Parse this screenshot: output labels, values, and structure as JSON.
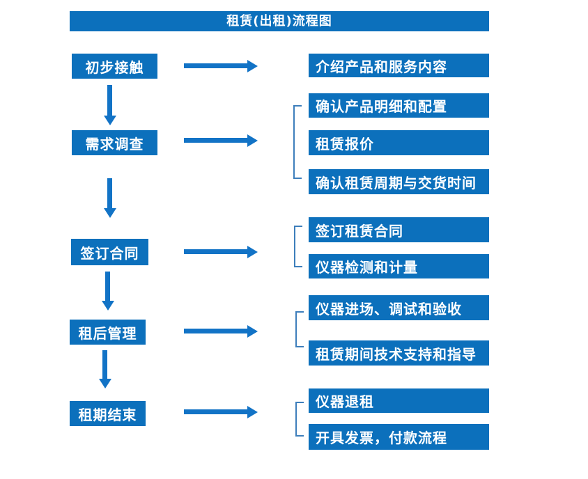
{
  "title": "租赁(出租)流程图",
  "colors": {
    "box-blue": "#0C70BC",
    "arrow-blue": "#1273C6",
    "bracket-blue": "#3D7EBB",
    "box-text": "#FFFFFF",
    "background": "#FFFFFF"
  },
  "steps": [
    {
      "label": "初步接触",
      "details": [
        "介绍产品和服务内容"
      ]
    },
    {
      "label": "需求调查",
      "details": [
        "确认产品明细和配置",
        "租赁报价",
        "确认租赁周期与交货时间"
      ]
    },
    {
      "label": "签订合同",
      "details": [
        "签订租赁合同",
        "仪器检测和计量"
      ]
    },
    {
      "label": "租后管理",
      "details": [
        "仪器进场、调试和验收",
        "租赁期间技术支持和指导"
      ]
    },
    {
      "label": "租期结束",
      "details": [
        "仪器退租",
        "开具发票，付款流程"
      ]
    }
  ]
}
